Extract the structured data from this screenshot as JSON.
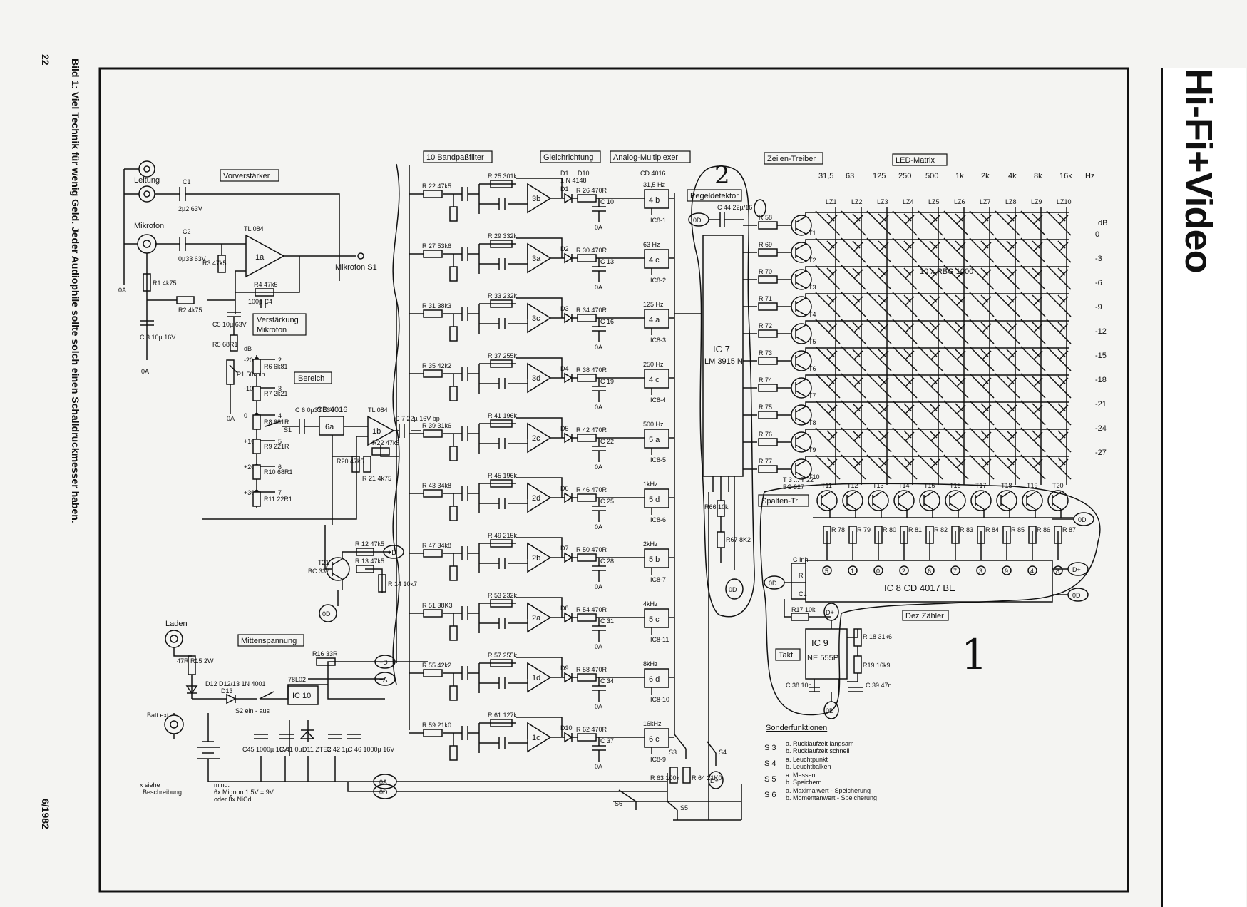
{
  "page": {
    "page_number": "22",
    "caption": "Bild 1: Viel Technik für wenig Geld. Jeder Audiophile sollte solch einen Schalldruckmesser haben.",
    "brand": "Hi-Fi+Video",
    "issue": "6/1982",
    "handwritten_mark_1": "1",
    "handwritten_mark_2": "2"
  },
  "blocks": {
    "vorverstaerker": "Vorverstärker",
    "verstaerkung": [
      "Verstärkung",
      "Mikrofon"
    ],
    "bereich": "Bereich",
    "bandpassfilter": "10 Bandpaßfilter",
    "gleichrichtung": "Gleichrichtung",
    "multiplexer": "Analog-Multiplexer",
    "pegeldetektor": "Pegeldetektor",
    "zeilen_treiber": "Zeilen-Treiber",
    "led_matrix": "LED-Matrix",
    "spalten_tr": "Spalten-Tr",
    "dez_zaehler": "Dez Zähler",
    "takt": "Takt",
    "mittenspannung": "Mittenspannung",
    "sonderfunktionen": "Sonderfunktionen"
  },
  "inputs": {
    "leitung": "Leitung",
    "mikrofon": "Mikrofon",
    "laden": "Laden",
    "batt_ext": "Batt ext",
    "mikrofon_s1": "Mikrofon S1"
  },
  "ics": {
    "tl084": "TL 084",
    "cd4016": "CD 4016",
    "ic7": "IC 7",
    "lm3915": "LM 3915 N",
    "ic8": "IC 8   CD  4017 BE",
    "ic9": "IC 9",
    "ne555": "NE 555P",
    "ic10": "IC 10",
    "regulator": "78L02",
    "t21": "T21",
    "bc337": "BC 337",
    "bc327": "BC 327",
    "led_type": "10 x   RBG  1000"
  },
  "frequencies": [
    "31,5",
    "63",
    "125",
    "250",
    "500",
    "1k",
    "2k",
    "4k",
    "8k",
    "16k",
    "Hz"
  ],
  "led_columns": [
    "LZ1",
    "LZ2",
    "LZ3",
    "LZ4",
    "LZ5",
    "LZ6",
    "LZ7",
    "LZ8",
    "LZ9",
    "LZ10"
  ],
  "db_scale": [
    "dB",
    "0",
    "-3",
    "-6",
    "-9",
    "-12",
    "-15",
    "-18",
    "-21",
    "-24",
    "-27"
  ],
  "filters": [
    {
      "amp": "3b",
      "mux": "4 b",
      "freq": "31,5 Hz",
      "rin": "R 22 47k5",
      "rf": "R 25  301k",
      "diode": "D1",
      "rout": "R 26 470R",
      "cap": "C 10",
      "ic": "IC8-1"
    },
    {
      "amp": "3a",
      "mux": "4 c",
      "freq": "63 Hz",
      "rin": "R 27 53k6",
      "rf": "R 29  332k",
      "diode": "D2",
      "rout": "R 30 470R",
      "cap": "C 13",
      "ic": "IC8-2"
    },
    {
      "amp": "3c",
      "mux": "4 a",
      "freq": "125 Hz",
      "rin": "R 31 38k3",
      "rf": "R 33  232k",
      "diode": "D3",
      "rout": "R 34 470R",
      "cap": "C 16",
      "ic": "IC8-3"
    },
    {
      "amp": "3d",
      "mux": "4 c",
      "freq": "250 Hz",
      "rin": "R 35 42k2",
      "rf": "R 37  255k",
      "diode": "D4",
      "rout": "R 38 470R",
      "cap": "C 19",
      "ic": "IC8-4"
    },
    {
      "amp": "2c",
      "mux": "5 a",
      "freq": "500 Hz",
      "rin": "R 39 31k6",
      "rf": "R 41  196k",
      "diode": "D5",
      "rout": "R 42 470R",
      "cap": "C 22",
      "ic": "IC8-5"
    },
    {
      "amp": "2d",
      "mux": "5 d",
      "freq": "1kHz",
      "rin": "R 43 34k8",
      "rf": "R 45  196k",
      "diode": "D6",
      "rout": "R 46 470R",
      "cap": "C 25",
      "ic": "IC8-6"
    },
    {
      "amp": "2b",
      "mux": "5 b",
      "freq": "2kHz",
      "rin": "R 47 34k8",
      "rf": "R 49  215k",
      "diode": "D7",
      "rout": "R 50 470R",
      "cap": "C 28",
      "ic": "IC8-7"
    },
    {
      "amp": "2a",
      "mux": "5 c",
      "freq": "4kHz",
      "rin": "R 51 38K3",
      "rf": "R 53  232k",
      "diode": "D8",
      "rout": "R 54 470R",
      "cap": "C 31",
      "ic": "IC8-11"
    },
    {
      "amp": "1d",
      "mux": "6 d",
      "freq": "8kHz",
      "rin": "R 55 42k2",
      "rf": "R 57  255k",
      "diode": "D9",
      "rout": "R 58 470R",
      "cap": "C 34",
      "ic": "IC8-10"
    },
    {
      "amp": "1c",
      "mux": "6 c",
      "freq": "16kHz",
      "rin": "R 59 21k0",
      "rf": "R 61  127k",
      "diode": "D10",
      "rout": "R 62 470R",
      "cap": "C 37",
      "ic": "IC8-9"
    }
  ],
  "row_drivers": [
    "R 58",
    "R 69",
    "R 70",
    "R 71",
    "R 72",
    "R 73",
    "R 74",
    "R 75",
    "R 76",
    "R 77"
  ],
  "column_transistors": [
    "T11",
    "T12",
    "T13",
    "T14",
    "T15",
    "T16",
    "T17",
    "T18",
    "T19",
    "T20"
  ],
  "column_resistors": [
    "R 78",
    "R 79",
    "R 80",
    "R 81",
    "R 82",
    "R 83",
    "R 84",
    "R 85",
    "R 86",
    "R 87"
  ],
  "counter_pins": [
    "5",
    "1",
    "0",
    "2",
    "6",
    "7",
    "3",
    "9",
    "4",
    "8"
  ],
  "range_steps": [
    "dB",
    "-20",
    "-10",
    "0",
    "+10",
    "+20",
    "+30"
  ],
  "range_resistors": [
    "R6 6k81",
    "R7 2k21",
    "R8 681R",
    "R9 221R",
    "R10 68R1",
    "R11 22R1"
  ],
  "sonderfunktionen": [
    {
      "switch": "S 3",
      "a": "a. Rucklaufzeit  langsam",
      "b": "b. Rucklaufzeit  schnell"
    },
    {
      "switch": "S 4",
      "a": "a. Leuchtpunkt",
      "b": "b. Leuchtbalken"
    },
    {
      "switch": "S 5",
      "a": "a. Messen",
      "b": "b. Speichern"
    },
    {
      "switch": "S 6",
      "a": "a. Maximalwert - Speicherung",
      "b": "b. Momentanwert - Speicherung"
    }
  ],
  "notes": {
    "siehe": [
      "x siehe",
      "Beschreibung"
    ],
    "battery": [
      "mind.",
      "6x Mignon  1,5V = 9V",
      "oder 8x NiCd"
    ]
  },
  "parts": {
    "c1": "C1",
    "c1v": "2µ2 63V",
    "c2": "C2",
    "c2v": "0µ33 63V",
    "r1": "R1 4k75",
    "r2": "R2 4k75",
    "r3": "R3 47k5",
    "r4": "R4 47k5",
    "c3": "C 3 10µ 16V",
    "c4": "100p C4",
    "c5": "C5 10µ 63V",
    "r5": "R5 68R1",
    "p1": "P1 50k lin",
    "c6": "C 6 0µ33 63V",
    "c7": "C 7 22µ 16V bp",
    "r20": "R20 47k5",
    "r21": "R 21 4k75",
    "r22": "R22 47k5",
    "r12": "R 12 47k5",
    "r13": "R 13 47k5",
    "r14": "R 14 10k7",
    "r15": "47R R15 2W",
    "r16": "R16 33R",
    "r63": "R 63 100k",
    "r64": "R 64 21K0",
    "r66": "R66 10k",
    "r67": "R67 8K2",
    "r17": "R17 10k",
    "r18": "R 18 31k6",
    "r19": "R19 16k9",
    "c38": "C 38 10n",
    "c39": "C 39 47n",
    "c44": "C 44 22µ/16",
    "c45": "C45 1000µ 16V",
    "c41": "C 41 0µ1",
    "c42": "C 42 1µ",
    "c46": "C 46 1000µ 16V",
    "d11": "D11 ZTE2",
    "d12": "D12 D12/13 1N 4001",
    "d13": "D13",
    "s1": "S1",
    "s2": "S2 ein - aus",
    "s3": "S3",
    "s4": "S4",
    "s5": "S5",
    "s6": "S6",
    "t3": "T 3 ... T 22"
  },
  "nodes": {
    "zero": "0A",
    "zero_d": "0D",
    "plus_d": "+D",
    "plus_a": "+A",
    "d_plus": "D+"
  }
}
